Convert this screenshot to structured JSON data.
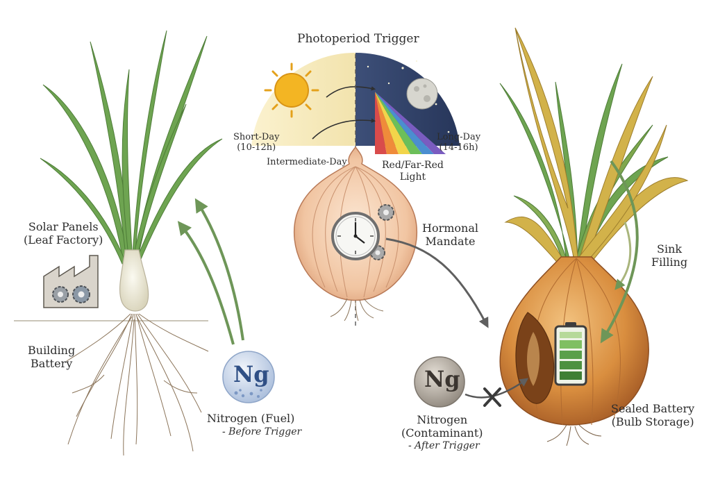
{
  "title": "Photoperiod Trigger",
  "photoperiod": {
    "short_day": [
      "Short-Day",
      "(10-12h)"
    ],
    "intermediate_day": "Intermediate-Day",
    "long_day": [
      "Long-Day",
      "(14-16h)"
    ],
    "light": [
      "Red/Far-Red",
      "Light"
    ]
  },
  "hormonal": [
    "Hormonal",
    "Mandate"
  ],
  "left_plant": {
    "solar": [
      "Solar Panels",
      "(Leaf Factory)"
    ],
    "battery": [
      "Building",
      "Battery"
    ],
    "nitrogen_symbol": "Ng",
    "nitrogen_label": "Nitrogen (Fuel)",
    "nitrogen_note": "- Before Trigger"
  },
  "right_plant": {
    "sink": [
      "Sink",
      "Filling"
    ],
    "sealed": [
      "Sealed Battery",
      "(Bulb Storage)"
    ],
    "nitrogen_symbol": "Ng",
    "nitrogen_label": [
      "Nitrogen",
      "(Contaminant)"
    ],
    "nitrogen_note": "- After Trigger"
  },
  "colors": {
    "leaf_green": "#5f9a45",
    "leaf_dry": "#d2b24a",
    "bulb_white": "#f1eee0",
    "bulb_amber": "#cf8a3f",
    "bulb_pink": "#f0c9aa",
    "sky_day": "#f6e7b0",
    "sky_night": "#2f3f63",
    "sun": "#f3b523",
    "arrow_green": "#6e9658",
    "arrow_gray": "#5f5f5f",
    "nitrogen_blue": "#6f8fbf",
    "nitrogen_gray": "#8e877e",
    "battery_green": "#5aa04a"
  },
  "icons": [
    "sun-icon",
    "moon-icon",
    "factory-icon",
    "gear-icon",
    "clock-icon",
    "battery-icon",
    "nitrogen-icon",
    "blocked-x-icon"
  ]
}
